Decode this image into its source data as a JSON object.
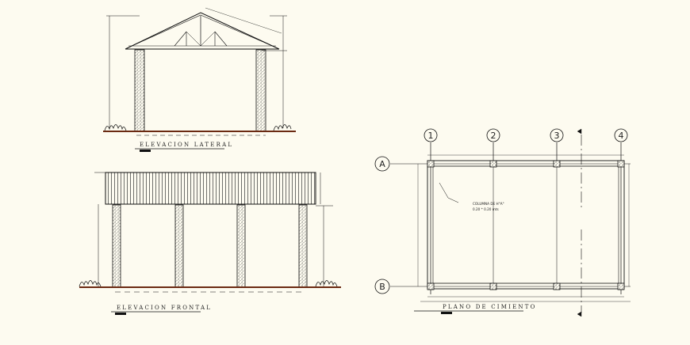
{
  "titles": {
    "lateral": "ELEVACION LATERAL",
    "frontal": "ELEVACION FRONTAL",
    "plan": "PLANO DE CIMIENTO"
  },
  "axes": {
    "numbers": [
      "1",
      "2",
      "3",
      "4"
    ],
    "letters": [
      "A",
      "B"
    ]
  },
  "note": {
    "line1": "COLUMNA DE H°A°",
    "line2": "0.20 * 0.20 mts"
  },
  "colors": {
    "line": "#111111",
    "hatch": "#555555",
    "ground": "#6b2a12",
    "paper": "#fdfbf0"
  }
}
